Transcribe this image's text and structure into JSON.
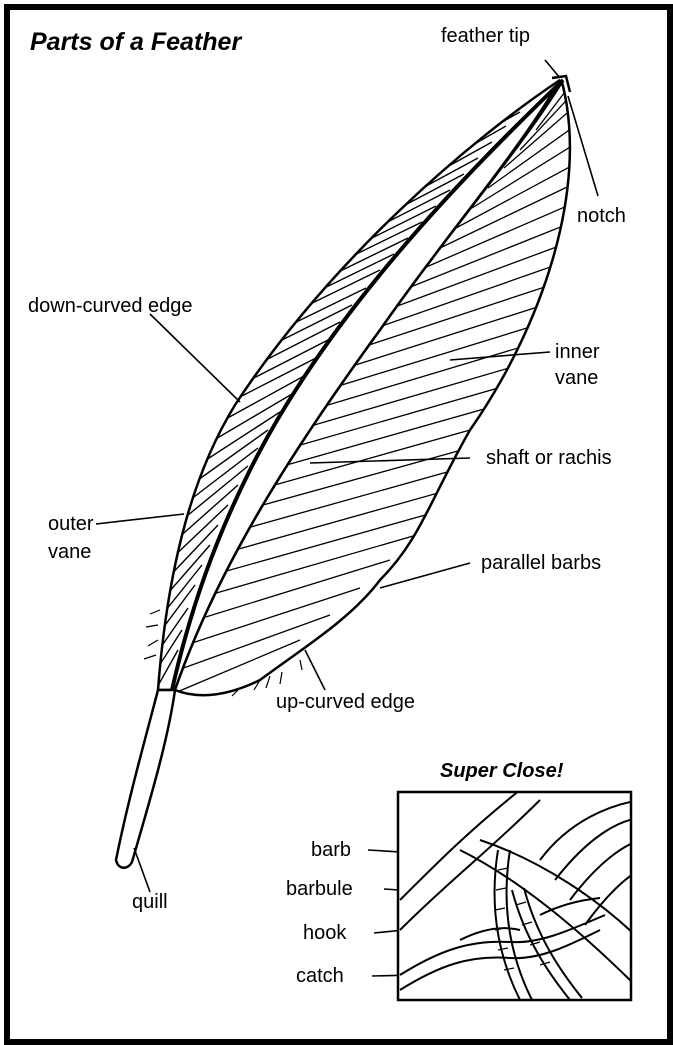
{
  "title": "Parts of a Feather",
  "labels": {
    "feather_tip": "feather tip",
    "notch": "notch",
    "down_curved_edge": "down-curved edge",
    "inner_vane_1": "inner",
    "inner_vane_2": "vane",
    "shaft": "shaft or rachis",
    "outer_vane_1": "outer",
    "outer_vane_2": "vane",
    "parallel_barbs": "parallel barbs",
    "up_curved_edge": "up-curved edge",
    "quill": "quill"
  },
  "closeup": {
    "title": "Super Close!",
    "barb": "barb",
    "barbule": "barbule",
    "hook": "hook",
    "catch": "catch"
  },
  "colors": {
    "ink": "#000000",
    "paper": "#ffffff"
  }
}
